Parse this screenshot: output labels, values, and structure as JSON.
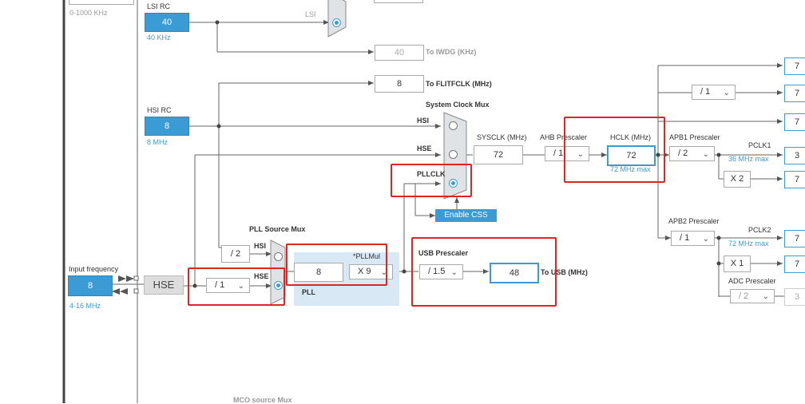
{
  "top_range": "0-1000 KHz",
  "lsi_rc": {
    "title": "LSI RC",
    "value": "40",
    "unit": "40 KHz",
    "mux_label": "LSI"
  },
  "iwdg": {
    "value": "40",
    "label": "To IWDG (KHz)"
  },
  "flitf": {
    "value": "8",
    "label": "To FLITFCLK (MHz)"
  },
  "hsi_rc": {
    "title": "HSI RC",
    "value": "8",
    "unit": "8 MHz"
  },
  "sysclk_mux": {
    "title": "System Clock Mux",
    "hsi": "HSI",
    "hse": "HSE",
    "pllclk": "PLLCLK"
  },
  "sysclk": {
    "label": "SYSCLK (MHz)",
    "value": "72"
  },
  "ahb": {
    "label": "AHB Prescaler",
    "value": "/ 1"
  },
  "hclk": {
    "label": "HCLK (MHz)",
    "value": "72",
    "max": "72 MHz max"
  },
  "apb1": {
    "label": "APB1 Prescaler",
    "value": "/ 2",
    "pclk": "PCLK1",
    "max": "36 MHz max",
    "mult": "X 2"
  },
  "right_div": {
    "value": "/ 1"
  },
  "enable_css": "Enable CSS",
  "input_freq": {
    "label": "Input frequency",
    "value": "8",
    "range": "4-16 MHz"
  },
  "hse_block": "HSE",
  "hse_div": "/ 1",
  "pll_source_mux": {
    "title": "PLL Source Mux",
    "hsi": "HSI",
    "hse": "HSE",
    "hsi_div": "/ 2"
  },
  "pll": {
    "label": "PLL",
    "value": "8",
    "mul_label": "*PLLMul",
    "mul": "X 9"
  },
  "usb": {
    "title": "USB Prescaler",
    "div": "/ 1.5",
    "value": "48",
    "label": "To USB (MHz)"
  },
  "apb2": {
    "label": "APB2 Prescaler",
    "value": "/ 1",
    "pclk": "PCLK2",
    "max": "72 MHz max",
    "mult": "X 1"
  },
  "adc": {
    "label": "ADC Prescaler",
    "value": "/ 2"
  },
  "mco": "MCO source Mux",
  "right_edge": [
    "7",
    "7",
    "7",
    "3",
    "7",
    "7",
    "7",
    "3"
  ]
}
